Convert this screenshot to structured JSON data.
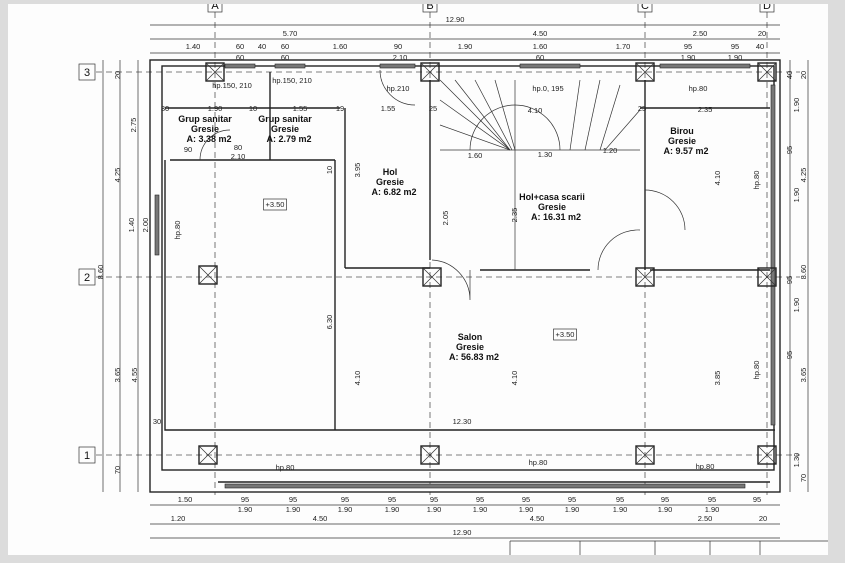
{
  "grid_axes": {
    "columns": [
      "A",
      "B",
      "C",
      "D"
    ],
    "rows": [
      "3",
      "2",
      "1"
    ]
  },
  "rooms": [
    {
      "name": "Grup sanitar",
      "finish": "Gresie",
      "area": "A: 3.38 m2"
    },
    {
      "name": "Grup sanitar",
      "finish": "Gresie",
      "area": "A: 2.79 m2"
    },
    {
      "name": "Hol",
      "finish": "Gresie",
      "area": "A: 6.82 m2"
    },
    {
      "name": "Hol+casa scarii",
      "finish": "Gresie",
      "area": "A: 16.31 m2"
    },
    {
      "name": "Birou",
      "finish": "Gresie",
      "area": "A: 9.57 m2"
    },
    {
      "name": "Salon",
      "finish": "Gresie",
      "area": "A: 56.83 m2"
    }
  ],
  "dimensions": {
    "top": [
      "12.90",
      "5.70",
      "4.50",
      "2.50",
      "20",
      "1.40",
      "60",
      "40",
      "60",
      "1.60",
      "90",
      "1.90",
      "1.60",
      "1.70",
      "95",
      "95",
      "40",
      "60",
      "60",
      "2.10",
      "60",
      "1.90",
      "1.90"
    ],
    "interior": [
      "hp.150, 210",
      "hp.150, 210",
      "hp.210",
      "hp.0, 195",
      "hp.80",
      "30",
      "1.90",
      "10",
      "1.55",
      "19",
      "1.55",
      "25",
      "4.10",
      "25",
      "2.35",
      "90",
      "80",
      "2.10",
      "1.60",
      "1.30",
      "1.20",
      "+3.50",
      "+3.50",
      "12.30",
      "30",
      "hp.80",
      "hp.80",
      "hp.80"
    ],
    "bottom": [
      "1.50",
      "95",
      "95",
      "95",
      "95",
      "95",
      "95",
      "95",
      "95",
      "95",
      "95",
      "95",
      "95",
      "1.90",
      "1.90",
      "1.90",
      "1.90",
      "1.90",
      "1.90",
      "1.90",
      "1.90",
      "1.90",
      "1.90",
      "1.90",
      "1.20",
      "4.50",
      "4.50",
      "2.50",
      "20",
      "12.90"
    ],
    "vertical": [
      "20",
      "2.75",
      "4.25",
      "1.40",
      "2.00",
      "8.60",
      "3.65",
      "4.55",
      "70",
      "hp.80",
      "3.95",
      "10",
      "2.05",
      "2.35",
      "6.30",
      "4.10",
      "4.10",
      "4.10",
      "3.85",
      "hp.80",
      "hp.80",
      "20",
      "40",
      "1.90",
      "4.25",
      "95",
      "1.90",
      "8.60",
      "95",
      "1.90",
      "3.65",
      "95",
      "1.30",
      "70"
    ]
  }
}
